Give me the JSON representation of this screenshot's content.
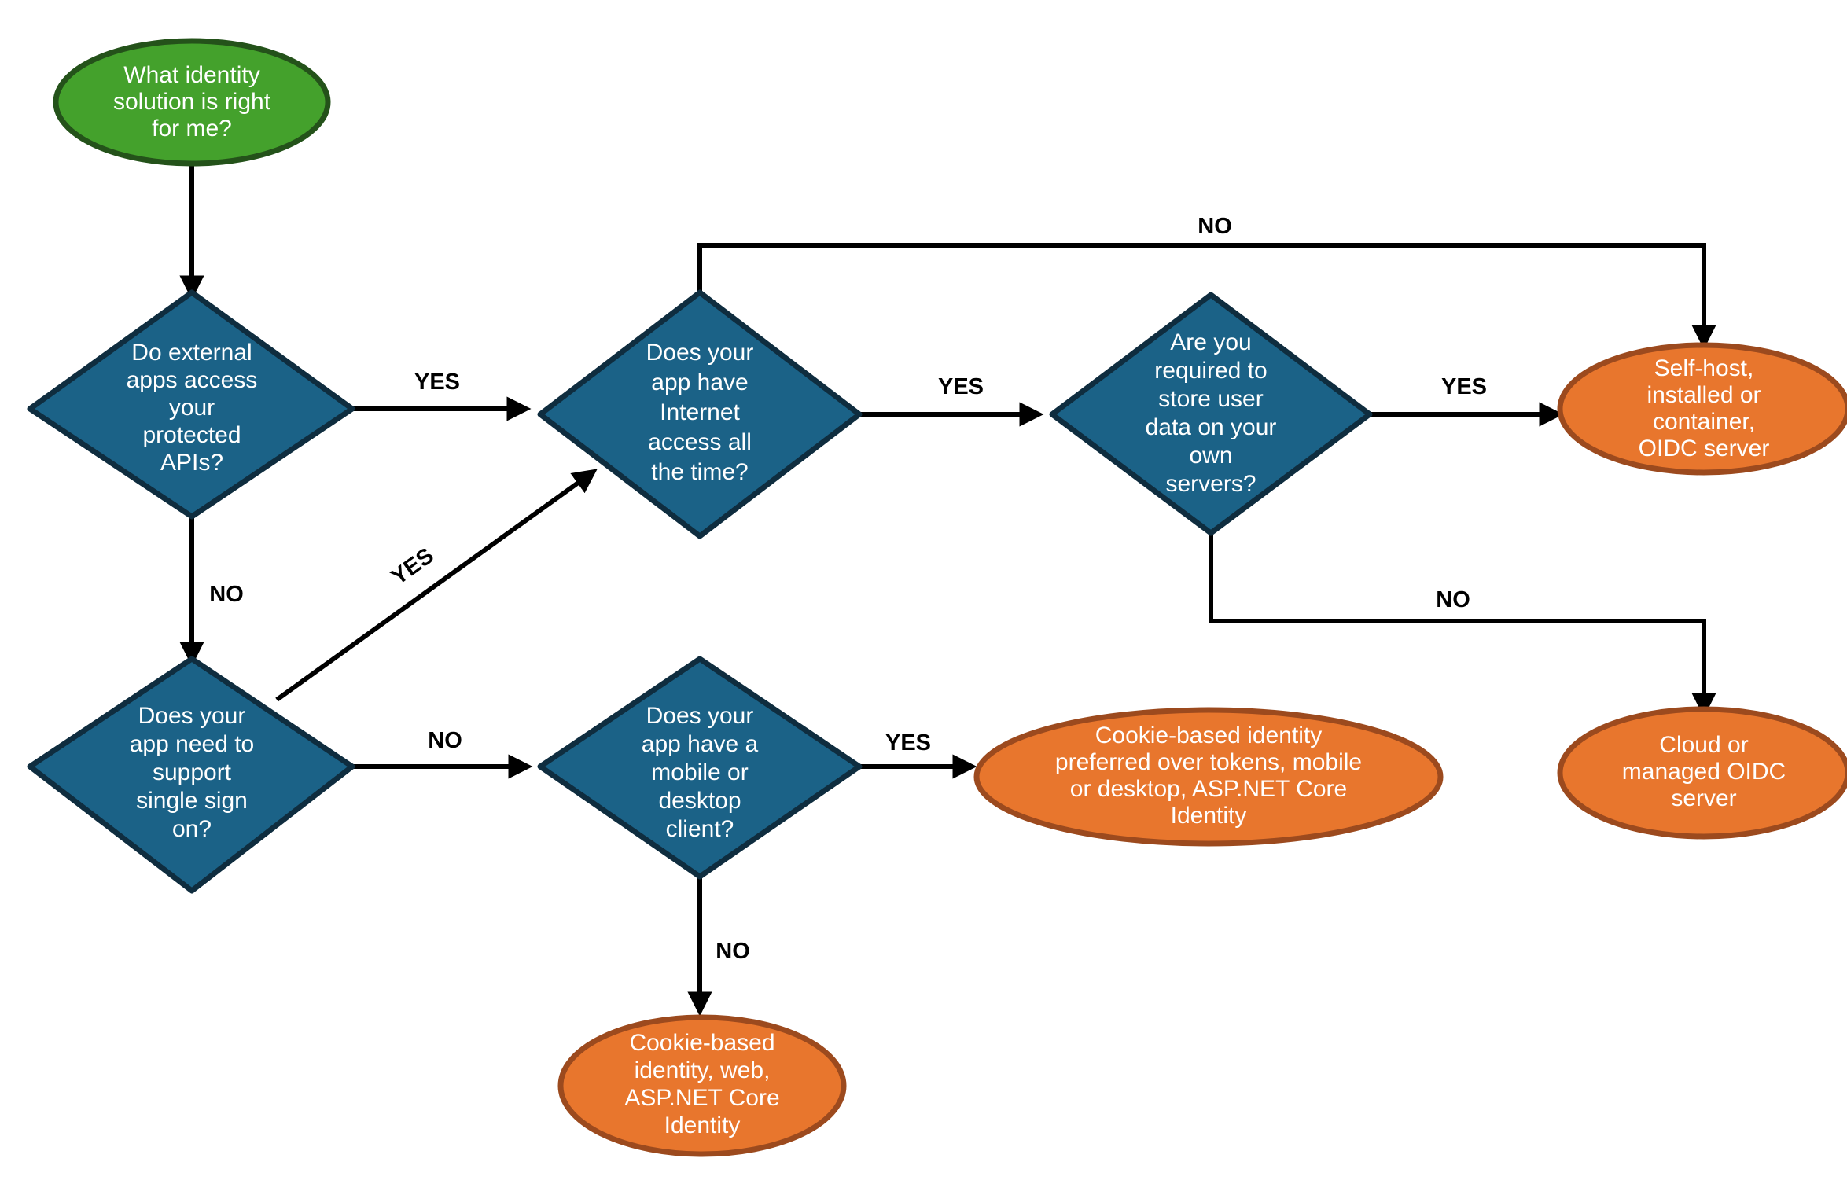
{
  "diagram": {
    "type": "flowchart",
    "title": "What identity solution is right for me?",
    "background_color": "#ffffff",
    "palette": {
      "start_fill": "#44A12C",
      "start_stroke": "#24521A",
      "decision_fill": "#1B6287",
      "decision_stroke": "#0F2D3F",
      "outcome_fill": "#E8762D",
      "outcome_stroke": "#9C4A1E",
      "edge_color": "#000000",
      "node_text_color": "#ffffff",
      "edge_label_color": "#000000"
    },
    "nodes": {
      "start": {
        "kind": "start",
        "shape": "ellipse",
        "lines": [
          "What identity",
          "solution is right",
          "for me?"
        ]
      },
      "d_external_apis": {
        "kind": "decision",
        "shape": "diamond",
        "lines": [
          "Do external",
          "apps access",
          "your",
          "protected",
          "APIs?"
        ]
      },
      "d_internet": {
        "kind": "decision",
        "shape": "diamond",
        "lines": [
          "Does your",
          "app have",
          "Internet",
          "access all",
          "the time?"
        ]
      },
      "d_store_user_data": {
        "kind": "decision",
        "shape": "diamond",
        "lines": [
          "Are you",
          "required to",
          "store user",
          "data on your",
          "own",
          "servers?"
        ]
      },
      "d_sso": {
        "kind": "decision",
        "shape": "diamond",
        "lines": [
          "Does your",
          "app need to",
          "support",
          "single sign",
          "on?"
        ]
      },
      "d_mobile_desktop": {
        "kind": "decision",
        "shape": "diamond",
        "lines": [
          "Does your",
          "app have a",
          "mobile or",
          "desktop",
          "client?"
        ]
      },
      "o_self_host": {
        "kind": "outcome",
        "shape": "ellipse",
        "lines": [
          "Self-host,",
          "installed or",
          "container,",
          "OIDC server"
        ]
      },
      "o_cloud_managed": {
        "kind": "outcome",
        "shape": "ellipse",
        "lines": [
          "Cloud or",
          "managed OIDC",
          "server"
        ]
      },
      "o_cookie_preferred": {
        "kind": "outcome",
        "shape": "ellipse",
        "lines": [
          "Cookie-based identity",
          "preferred over tokens, mobile",
          "or desktop, ASP.NET Core",
          "Identity"
        ]
      },
      "o_cookie_web": {
        "kind": "outcome",
        "shape": "ellipse",
        "lines": [
          "Cookie-based",
          "identity, web,",
          "ASP.NET Core",
          "Identity"
        ]
      }
    },
    "edge_labels": {
      "start_to_external": "",
      "external_yes": "YES",
      "external_no": "NO",
      "sso_yes": "YES",
      "sso_no": "NO",
      "internet_yes": "YES",
      "internet_no": "NO",
      "store_yes": "YES",
      "store_no": "NO",
      "mobile_yes": "YES",
      "mobile_no": "NO"
    },
    "edges": [
      {
        "from": "start",
        "to": "d_external_apis",
        "label": ""
      },
      {
        "from": "d_external_apis",
        "to": "d_internet",
        "label": "YES"
      },
      {
        "from": "d_external_apis",
        "to": "d_sso",
        "label": "NO"
      },
      {
        "from": "d_sso",
        "to": "d_internet",
        "label": "YES"
      },
      {
        "from": "d_sso",
        "to": "d_mobile_desktop",
        "label": "NO"
      },
      {
        "from": "d_internet",
        "to": "d_store_user_data",
        "label": "YES"
      },
      {
        "from": "d_internet",
        "to": "o_self_host",
        "label": "NO"
      },
      {
        "from": "d_store_user_data",
        "to": "o_self_host",
        "label": "YES"
      },
      {
        "from": "d_store_user_data",
        "to": "o_cloud_managed",
        "label": "NO"
      },
      {
        "from": "d_mobile_desktop",
        "to": "o_cookie_preferred",
        "label": "YES"
      },
      {
        "from": "d_mobile_desktop",
        "to": "o_cookie_web",
        "label": "NO"
      }
    ]
  }
}
